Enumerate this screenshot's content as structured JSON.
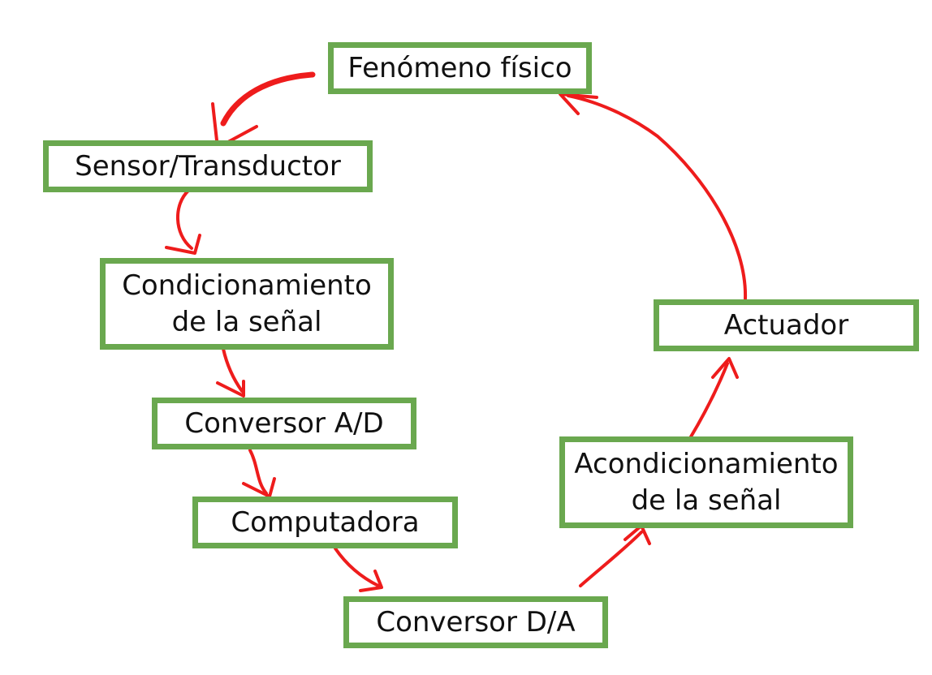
{
  "diagram": {
    "colors": {
      "node_border": "#6aa84f",
      "arrow": "#ee1c1c",
      "text": "#111111"
    },
    "nodes": {
      "fenomeno": {
        "lines": [
          "Fenómeno físico"
        ]
      },
      "sensor": {
        "lines": [
          "Sensor/Transductor"
        ]
      },
      "condicionamiento": {
        "lines": [
          "Condicionamiento",
          "de la señal"
        ]
      },
      "conversor_ad": {
        "lines": [
          "Conversor A/D"
        ]
      },
      "computadora": {
        "lines": [
          "Computadora"
        ]
      },
      "conversor_da": {
        "lines": [
          "Conversor D/A"
        ]
      },
      "acondicionamiento": {
        "lines": [
          "Acondicionamiento",
          "de la señal"
        ]
      },
      "actuador": {
        "lines": [
          "Actuador"
        ]
      }
    },
    "edges": [
      {
        "from": "fenomeno",
        "to": "sensor"
      },
      {
        "from": "sensor",
        "to": "condicionamiento"
      },
      {
        "from": "condicionamiento",
        "to": "conversor_ad"
      },
      {
        "from": "conversor_ad",
        "to": "computadora"
      },
      {
        "from": "computadora",
        "to": "conversor_da"
      },
      {
        "from": "conversor_da",
        "to": "acondicionamiento"
      },
      {
        "from": "acondicionamiento",
        "to": "actuador"
      },
      {
        "from": "actuador",
        "to": "fenomeno"
      }
    ]
  }
}
